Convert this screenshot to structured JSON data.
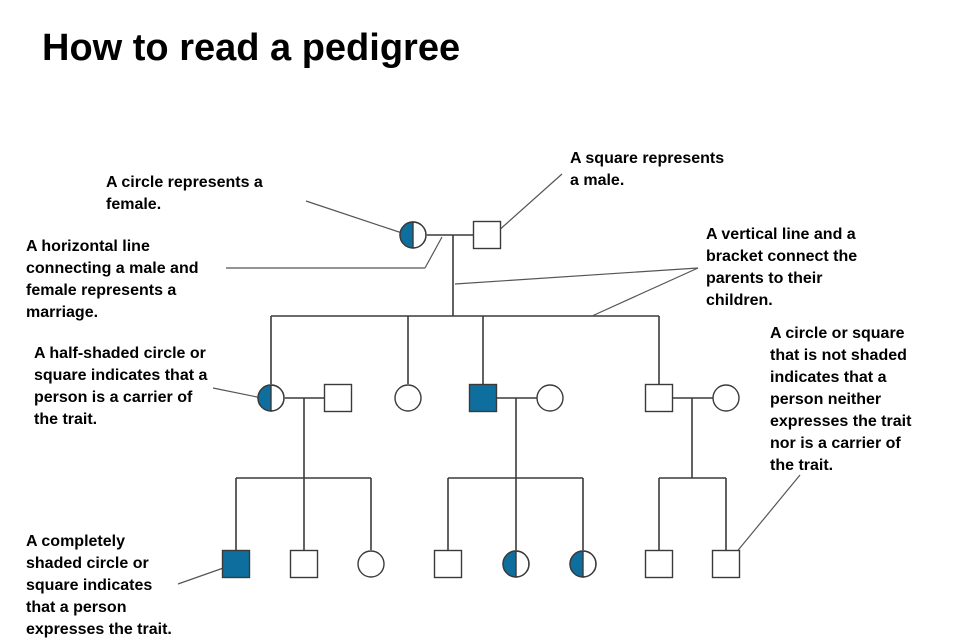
{
  "title": "How to read a pedigree",
  "colors": {
    "affected": "#0E6E9E",
    "line": "#3a3a3a",
    "leader": "#555555",
    "unaffected_fill": "#ffffff"
  },
  "annotations": {
    "female": "A circle represents a\nfemale.",
    "male": "A square represents\na male.",
    "marriage": "A horizontal line\nconnecting a male and\nfemale represents a\nmarriage.",
    "parents_children": "A vertical line and a\nbracket connect the\nparents to their\nchildren.",
    "carrier": "A half-shaded circle or\nsquare indicates that a\nperson is a carrier of\nthe trait.",
    "unshaded": "A circle or square\nthat is not shaded\nindicates that a\nperson neither\nexpresses the trait\nnor is a carrier of\nthe trait.",
    "affected": "A completely\nshaded circle or\nsquare indicates\nthat a person\nexpresses the trait."
  },
  "pedigree": {
    "generation_1": [
      {
        "sex": "female",
        "status": "carrier"
      },
      {
        "sex": "male",
        "status": "unaffected"
      }
    ],
    "generation_2": [
      {
        "sex": "female",
        "status": "carrier"
      },
      {
        "sex": "male",
        "status": "unaffected"
      },
      {
        "sex": "female",
        "status": "unaffected"
      },
      {
        "sex": "male",
        "status": "affected"
      },
      {
        "sex": "female",
        "status": "unaffected"
      },
      {
        "sex": "male",
        "status": "unaffected"
      },
      {
        "sex": "female",
        "status": "unaffected"
      }
    ],
    "generation_3": [
      {
        "sex": "male",
        "status": "affected"
      },
      {
        "sex": "male",
        "status": "unaffected"
      },
      {
        "sex": "female",
        "status": "unaffected"
      },
      {
        "sex": "male",
        "status": "unaffected"
      },
      {
        "sex": "female",
        "status": "carrier"
      },
      {
        "sex": "female",
        "status": "carrier"
      },
      {
        "sex": "male",
        "status": "unaffected"
      },
      {
        "sex": "male",
        "status": "unaffected"
      }
    ]
  }
}
